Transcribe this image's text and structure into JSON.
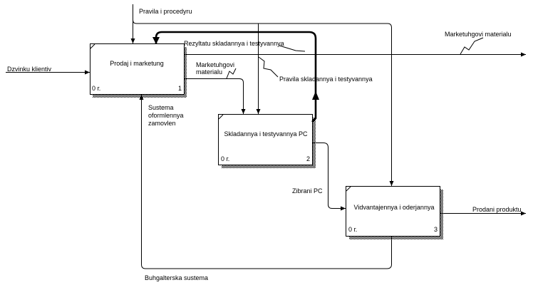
{
  "diagram": {
    "boxes": [
      {
        "id": "box1",
        "title": "Prodaj i marketung",
        "cost": "0 г.",
        "number": "1"
      },
      {
        "id": "box2",
        "title": "Skladannya i testyvannya PC",
        "cost": "0 г.",
        "number": "2"
      },
      {
        "id": "box3",
        "title": "Vidvantajennya i oderjannya",
        "cost": "0 г.",
        "number": "3"
      }
    ],
    "arrows": {
      "pravila_procedury": "Pravila i procedyru",
      "rezultatu": "Rezyltatu skladannya i testyvannya",
      "marketuhgovi_right": "Marketuhgovi materialu",
      "dzvinku": "Dzvinku klientiv",
      "marketuhgovi_inner_1": "Marketuhgovi",
      "marketuhgovi_inner_2": "materialu",
      "pravila_skladannya": "Pravila skladannya i testyvannya",
      "sustema_1": "Sustema",
      "sustema_2": "oformlennya",
      "sustema_3": "zamovlen",
      "zibrani": "Zibrani PC",
      "prodani": "Prodani produktu",
      "buhgalterska": "Buhgalterska sustema"
    }
  }
}
